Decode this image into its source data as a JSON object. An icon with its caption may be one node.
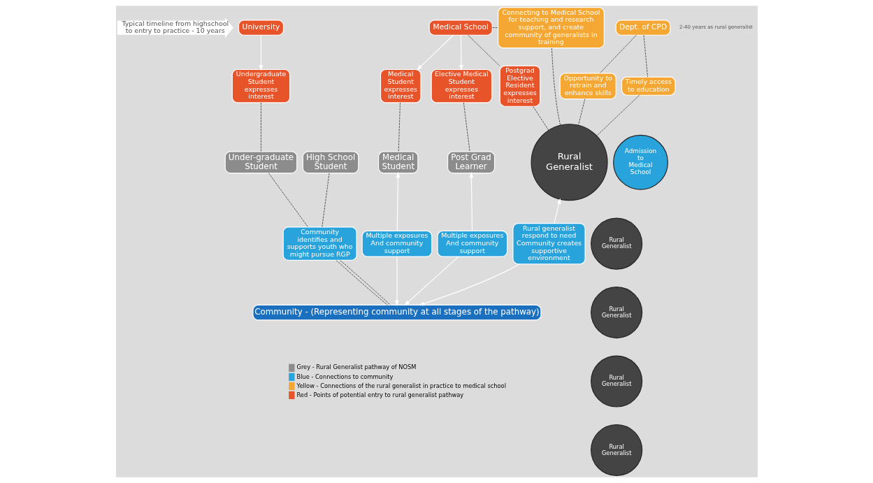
{
  "diagram": {
    "nodes": [
      {
        "text": [
          "Typical timeline from highschool to entry to practice - 10 years"
        ]
      },
      {
        "text": [
          "University"
        ]
      },
      {
        "text": [
          "Medical School"
        ]
      },
      {
        "text": [
          "Connecting to Medical School for teaching and research support, and create community of generalists in training"
        ]
      },
      {
        "text": [
          "Dept. of CPD"
        ]
      },
      {
        "text": [
          "Opportunity to retrain and enhance skills"
        ]
      },
      {
        "text": [
          "Timely access to education"
        ]
      },
      {
        "text": [
          "Undergraduate Student expresses interest"
        ]
      },
      {
        "text": [
          "Medical Student expresses interest"
        ]
      },
      {
        "text": [
          "Elective Medical Student expresses interest"
        ]
      },
      {
        "text": [
          "Postgrad Elective Resident expresses interest"
        ]
      },
      {
        "text": [
          "High School Student"
        ]
      },
      {
        "text": [
          "Under-graduate Student"
        ]
      },
      {
        "text": [
          "Admission to Medical School"
        ]
      },
      {
        "text": [
          "Medical Student"
        ]
      },
      {
        "text": [
          "Post Grad Learner"
        ]
      },
      {
        "text": [
          "Rural Generalist"
        ]
      },
      {
        "text": [
          "Rural Generalist"
        ]
      },
      {
        "text": [
          "Rural Generalist"
        ]
      },
      {
        "text": [
          "Rural Generalist"
        ]
      },
      {
        "text": [
          "Rural Generalist"
        ]
      },
      {
        "text": [
          "Community identifies and supports youth who might pursue RGP"
        ]
      },
      {
        "text": [
          "Multiple exposures And community support"
        ]
      },
      {
        "text": [
          "Multiple exposures And community support"
        ]
      },
      {
        "text": [
          "Rural generalist respond to need Community creates supportive environment"
        ]
      },
      {
        "text": [
          "Community - (Representing community at all stages of the pathway)"
        ]
      }
    ],
    "edges": [
      {
        "from": 1,
        "to": 7,
        "arrow": "to",
        "color": "#ffffff"
      },
      {
        "from": 2,
        "to": 8,
        "arrow": "to",
        "color": "#ffffff"
      },
      {
        "from": 2,
        "to": 9,
        "arrow": "to",
        "color": "#ffffff"
      },
      {
        "from": 2,
        "to": 3,
        "arrow": "none",
        "style": "dashed"
      },
      {
        "from": 2,
        "to": 10,
        "arrow": "none",
        "style": "dashed"
      },
      {
        "from": 3,
        "to": 16,
        "arrow": "none",
        "style": "dashed"
      },
      {
        "from": 4,
        "to": 5,
        "arrow": "none",
        "style": "dashed"
      },
      {
        "from": 5,
        "to": 16,
        "arrow": "none",
        "style": "dashed"
      },
      {
        "from": 4,
        "to": 6,
        "arrow": "none",
        "style": "dashed"
      },
      {
        "from": 6,
        "to": 16,
        "arrow": "none",
        "style": "dashed"
      },
      {
        "from": 7,
        "to": 12,
        "arrow": "none",
        "style": "dashed"
      },
      {
        "from": 8,
        "to": 14,
        "arrow": "none",
        "style": "dashed"
      },
      {
        "from": 9,
        "to": 15,
        "arrow": "none",
        "style": "dashed"
      },
      {
        "from": 10,
        "to": 16,
        "arrow": "none",
        "style": "dashed"
      },
      {
        "from": 11,
        "to": 21,
        "arrow": "none",
        "style": "dashed"
      },
      {
        "from": 12,
        "to": 21,
        "arrow": "none",
        "style": "dashed"
      },
      {
        "from": 21,
        "to": 25,
        "arrow": "none",
        "style": "dashed"
      },
      {
        "from": 21,
        "to": 25,
        "arrow": "none",
        "style": "dashed"
      },
      {
        "from": 22,
        "to": 14,
        "arrow": "to",
        "color": "#ffffff"
      },
      {
        "from": 22,
        "to": 25,
        "arrow": "to",
        "color": "#ffffff"
      },
      {
        "from": 23,
        "to": 15,
        "arrow": "to",
        "color": "#ffffff"
      },
      {
        "from": 23,
        "to": 25,
        "arrow": "to",
        "color": "#ffffff"
      },
      {
        "from": 24,
        "to": 16,
        "arrow": "to",
        "color": "#ffffff"
      },
      {
        "from": 24,
        "to": 25,
        "arrow": "to",
        "color": "#ffffff"
      }
    ],
    "labels": [
      "2-40 years as rural generalist"
    ],
    "legend": [
      {
        "text": "Grey - Rural Generalist pathway of NOSM",
        "color": "#8c8c8c"
      },
      {
        "text": "Blue - Connections to community",
        "color": "#29a3dc"
      },
      {
        "text": "Yellow - Connections of the rural generalist in practice to medical school",
        "color": "#f5a733"
      },
      {
        "text": "Red - Points of potential entry to rural generalist pathway",
        "color": "#e8542a"
      }
    ]
  }
}
